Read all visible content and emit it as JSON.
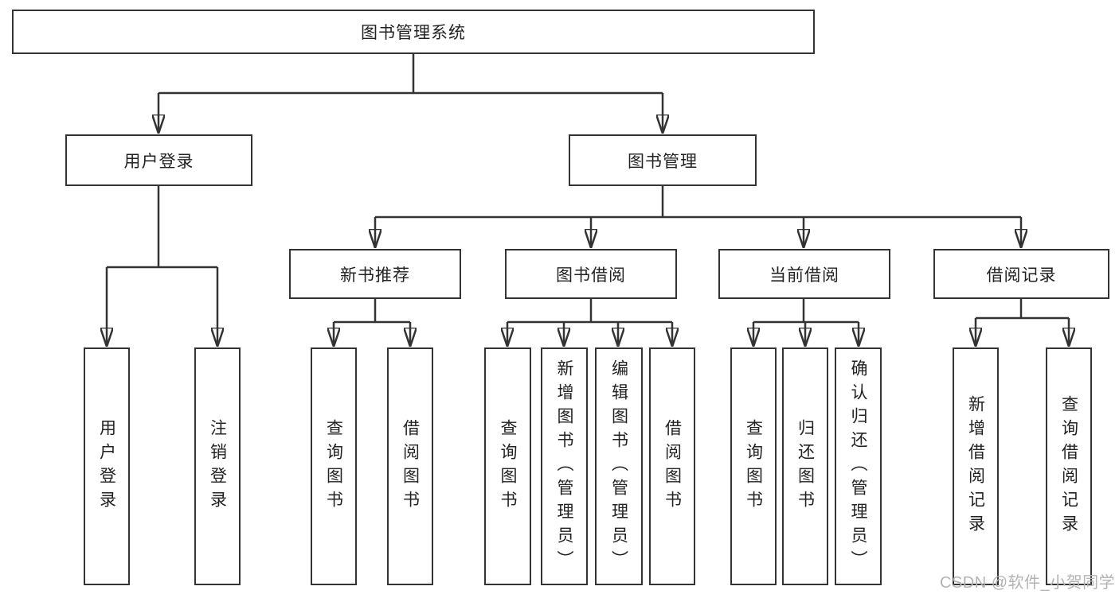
{
  "tree": {
    "root_label": "图书管理系统",
    "level2": [
      {
        "label": "用户登录",
        "leaves": [
          "用户登录",
          "注销登录"
        ]
      },
      {
        "label": "图书管理",
        "children": [
          {
            "label": "新书推荐",
            "leaves": [
              "查询图书",
              "借阅图书"
            ]
          },
          {
            "label": "图书借阅",
            "leaves": [
              "查询图书",
              "新增图书（管理员）",
              "编辑图书（管理员）",
              "借阅图书"
            ]
          },
          {
            "label": "当前借阅",
            "leaves": [
              "查询图书",
              "归还图书",
              "确认归还（管理员）"
            ]
          },
          {
            "label": "借阅记录",
            "leaves": [
              "新增借阅记录",
              "查询借阅记录"
            ]
          }
        ]
      }
    ]
  },
  "watermark": {
    "text": "CSDN @软件_小贺同学"
  },
  "colors": {
    "line": "#333333",
    "box_border": "#333333",
    "text": "#222222",
    "background": "#ffffff",
    "watermark": "#b3b3b3"
  }
}
